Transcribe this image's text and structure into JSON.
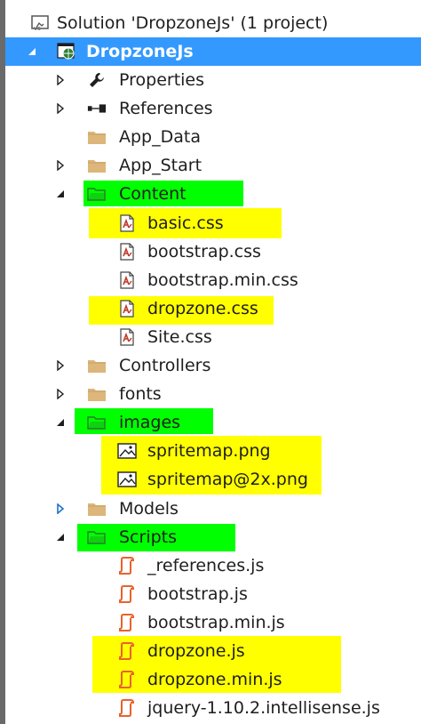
{
  "solution": {
    "label": "Solution 'DropzoneJs' (1 project)"
  },
  "project": {
    "label": "DropzoneJs"
  },
  "tree": [
    {
      "id": "properties",
      "label": "Properties",
      "icon": "wrench-icon",
      "indent": 1,
      "expander": "collapsed"
    },
    {
      "id": "references",
      "label": "References",
      "icon": "references-icon",
      "indent": 1,
      "expander": "collapsed"
    },
    {
      "id": "app-data",
      "label": "App_Data",
      "icon": "folder-icon",
      "indent": 1,
      "expander": "none"
    },
    {
      "id": "app-start",
      "label": "App_Start",
      "icon": "folder-icon",
      "indent": 1,
      "expander": "collapsed"
    },
    {
      "id": "content",
      "label": "Content",
      "icon": "folder-open-icon",
      "indent": 1,
      "expander": "expanded"
    },
    {
      "id": "basic-css",
      "label": "basic.css",
      "icon": "css-file-icon",
      "indent": 2,
      "expander": "none"
    },
    {
      "id": "bootstrap-css",
      "label": "bootstrap.css",
      "icon": "css-file-icon",
      "indent": 2,
      "expander": "none"
    },
    {
      "id": "bootstrap-min-css",
      "label": "bootstrap.min.css",
      "icon": "css-file-icon",
      "indent": 2,
      "expander": "none"
    },
    {
      "id": "dropzone-css",
      "label": "dropzone.css",
      "icon": "css-file-icon",
      "indent": 2,
      "expander": "none"
    },
    {
      "id": "site-css",
      "label": "Site.css",
      "icon": "css-file-icon",
      "indent": 2,
      "expander": "none"
    },
    {
      "id": "controllers",
      "label": "Controllers",
      "icon": "folder-icon",
      "indent": 1,
      "expander": "collapsed"
    },
    {
      "id": "fonts",
      "label": "fonts",
      "icon": "folder-icon",
      "indent": 1,
      "expander": "collapsed"
    },
    {
      "id": "images",
      "label": "images",
      "icon": "folder-open-icon",
      "indent": 1,
      "expander": "expanded"
    },
    {
      "id": "spritemap-png",
      "label": "spritemap.png",
      "icon": "image-file-icon",
      "indent": 2,
      "expander": "none"
    },
    {
      "id": "spritemap-2x-png",
      "label": "spritemap@2x.png",
      "icon": "image-file-icon",
      "indent": 2,
      "expander": "none"
    },
    {
      "id": "models",
      "label": "Models",
      "icon": "folder-icon",
      "indent": 1,
      "expander": "collapsed-blue"
    },
    {
      "id": "scripts",
      "label": "Scripts",
      "icon": "folder-open-icon",
      "indent": 1,
      "expander": "expanded"
    },
    {
      "id": "references-js",
      "label": "_references.js",
      "icon": "js-file-icon",
      "indent": 2,
      "expander": "none"
    },
    {
      "id": "bootstrap-js",
      "label": "bootstrap.js",
      "icon": "js-file-icon",
      "indent": 2,
      "expander": "none"
    },
    {
      "id": "bootstrap-min-js",
      "label": "bootstrap.min.js",
      "icon": "js-file-icon",
      "indent": 2,
      "expander": "none"
    },
    {
      "id": "dropzone-js",
      "label": "dropzone.js",
      "icon": "js-file-icon",
      "indent": 2,
      "expander": "none"
    },
    {
      "id": "dropzone-min-js",
      "label": "dropzone.min.js",
      "icon": "js-file-icon",
      "indent": 2,
      "expander": "none"
    },
    {
      "id": "jquery-intellisense-js",
      "label": "jquery-1.10.2.intellisense.js",
      "icon": "js-file-icon",
      "indent": 2,
      "expander": "none"
    }
  ],
  "colors": {
    "selection": "#3399ff",
    "highlight_green": "#00ff00",
    "highlight_yellow": "#ffff00",
    "folder": "#dcb67a",
    "js_icon": "#e8622c",
    "css_icon": "#c0392b"
  }
}
